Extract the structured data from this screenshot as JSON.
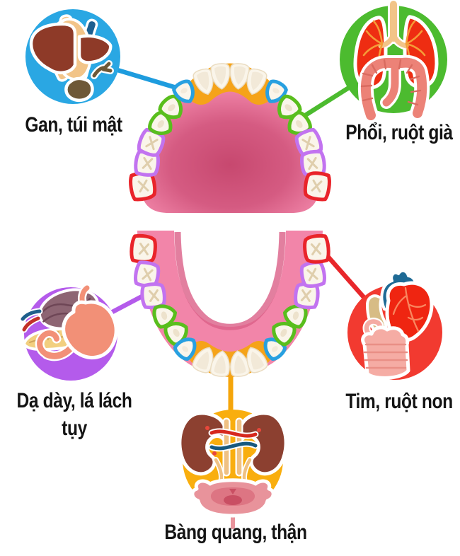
{
  "figure": {
    "description": "Tooth to organ reflexology infographic with upper and lower dental arches connected by colored lines to five organ badges"
  },
  "organs": [
    {
      "id": "liver-gallbladder",
      "label": "Gan, túi mật",
      "circle_color": "#2AA7E3",
      "connector_color": "#1E9CDE",
      "tooth_group": "canines",
      "tooth_outline_color": "#28A0E0",
      "icons": [
        "liver-icon",
        "gallbladder-icon"
      ]
    },
    {
      "id": "lungs-large-intestine",
      "label": "Phổi, ruột già",
      "circle_color": "#4CBB2F",
      "connector_color": "#4CBB2F",
      "tooth_group": "premolars",
      "tooth_outline_color": "#59BE1D",
      "icons": [
        "lungs-icon",
        "large-intestine-icon"
      ]
    },
    {
      "id": "stomach-spleen-pancreas",
      "label": "Dạ dày, lá lách tụy",
      "label_line1": "Dạ dày, lá lách",
      "label_line2": "tụy",
      "circle_color": "#B45BEB",
      "connector_color": "#B45BEB",
      "tooth_group": "molars",
      "tooth_outline_color": "#C273F0",
      "icons": [
        "spleen-icon",
        "pancreas-icon",
        "stomach-icon"
      ]
    },
    {
      "id": "heart-small-intestine",
      "label": "Tim, ruột non",
      "circle_color": "#F23A30",
      "connector_color": "#E8272B",
      "tooth_group": "third-molars",
      "tooth_outline_color": "#E9242A",
      "icons": [
        "heart-icon",
        "small-intestine-icon"
      ]
    },
    {
      "id": "bladder-kidneys",
      "label": "Bàng quang, thận",
      "circle_color": "#F9AE0E",
      "connector_color": "#F5A50A",
      "tooth_group": "incisors",
      "tooth_outline_color": "#F5A319",
      "icons": [
        "kidneys-icon",
        "bladder-icon"
      ]
    }
  ],
  "teeth_palette": {
    "i": "#F5A319",
    "c": "#28A0E0",
    "p": "#59BE1D",
    "m": "#C273F0",
    "w": "#E9242A"
  },
  "mouth_colors": {
    "gum_pink": "#F285A9",
    "gum_shadow": "#D85982",
    "palate_center": "#C7486F",
    "tooth_fill": "#FAF5EA",
    "tooth_detail": "#DFCEAC"
  },
  "colors": {
    "background": "#FFFFFF",
    "label_text": "#141414"
  }
}
